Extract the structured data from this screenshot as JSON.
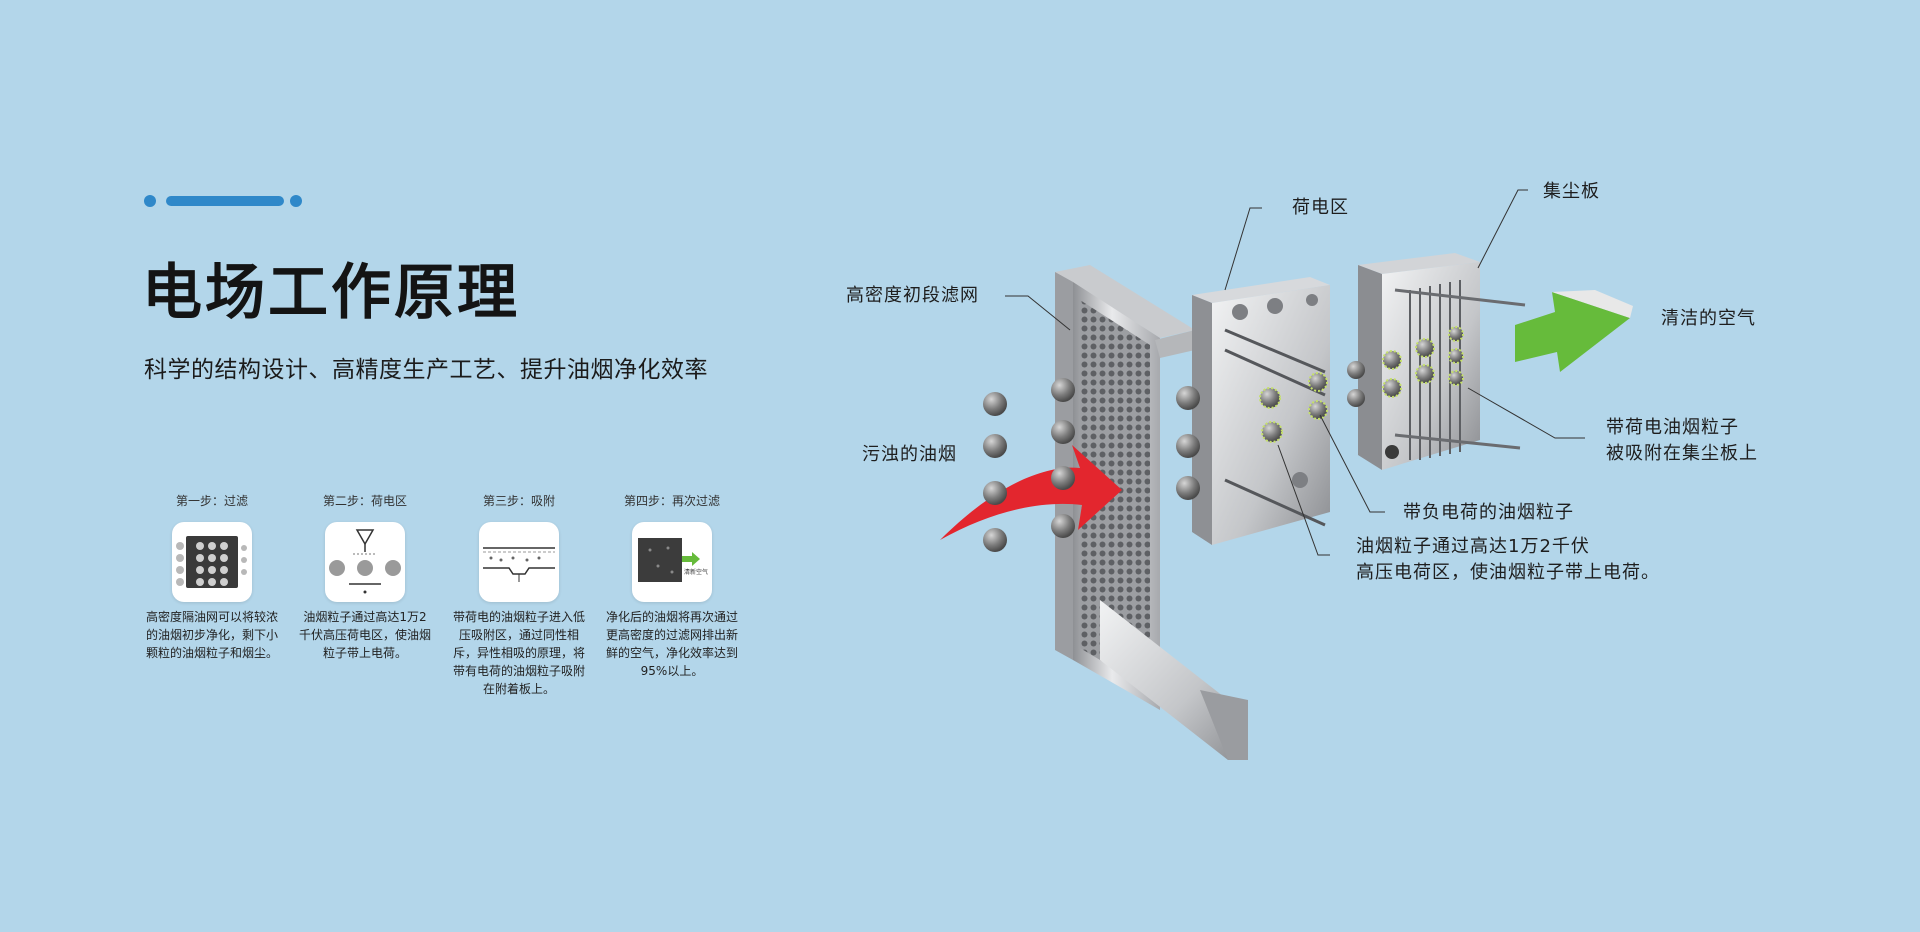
{
  "header": {
    "title": "电场工作原理",
    "subtitle": "科学的结构设计、高精度生产工艺、提升油烟净化效率"
  },
  "steps": [
    {
      "label": "第一步：过滤",
      "icon": "filter-mesh-icon",
      "desc": "高密度隔油网可以将较浓的油烟初步净化，剩下小颗粒的油烟粒子和烟尘。"
    },
    {
      "label": "第二步：荷电区",
      "icon": "charging-zone-icon",
      "desc": "油烟粒子通过高达1万2千伏高压荷电区，使油烟粒子带上电荷。"
    },
    {
      "label": "第三步：吸附",
      "icon": "adsorption-plate-icon",
      "desc": "带荷电的油烟粒子进入低压吸附区，通过同性相斥，异性相吸的原理，将带有电荷的油烟粒子吸附在附着板上。"
    },
    {
      "label": "第四步：再次过滤",
      "icon": "clean-air-filter-icon",
      "desc": "净化后的油烟将再次通过更高密度的过滤网排出新鲜的空气，净化效率达到95%以上。",
      "icon_text": "清新空气"
    }
  ],
  "diagram": {
    "labels": {
      "prefilter": "高密度初段滤网",
      "charge_zone": "荷电区",
      "dust_plate": "集尘板",
      "clean_air": "清洁的空气",
      "dirty_smoke": "污浊的油烟",
      "charged_adsorbed_line1": "带荷电油烟粒子",
      "charged_adsorbed_line2": "被吸附在集尘板上",
      "negative_particles": "带负电荷的油烟粒子",
      "voltage_line1": "油烟粒子通过高达1万2千伏",
      "voltage_line2": "高压电荷区，使油烟粒子带上电荷。"
    }
  },
  "colors": {
    "background": "#b3d6ea",
    "accent": "#2f88c9",
    "inflow_arrow": "#e3262e",
    "outflow_arrow": "#66bb3b"
  }
}
